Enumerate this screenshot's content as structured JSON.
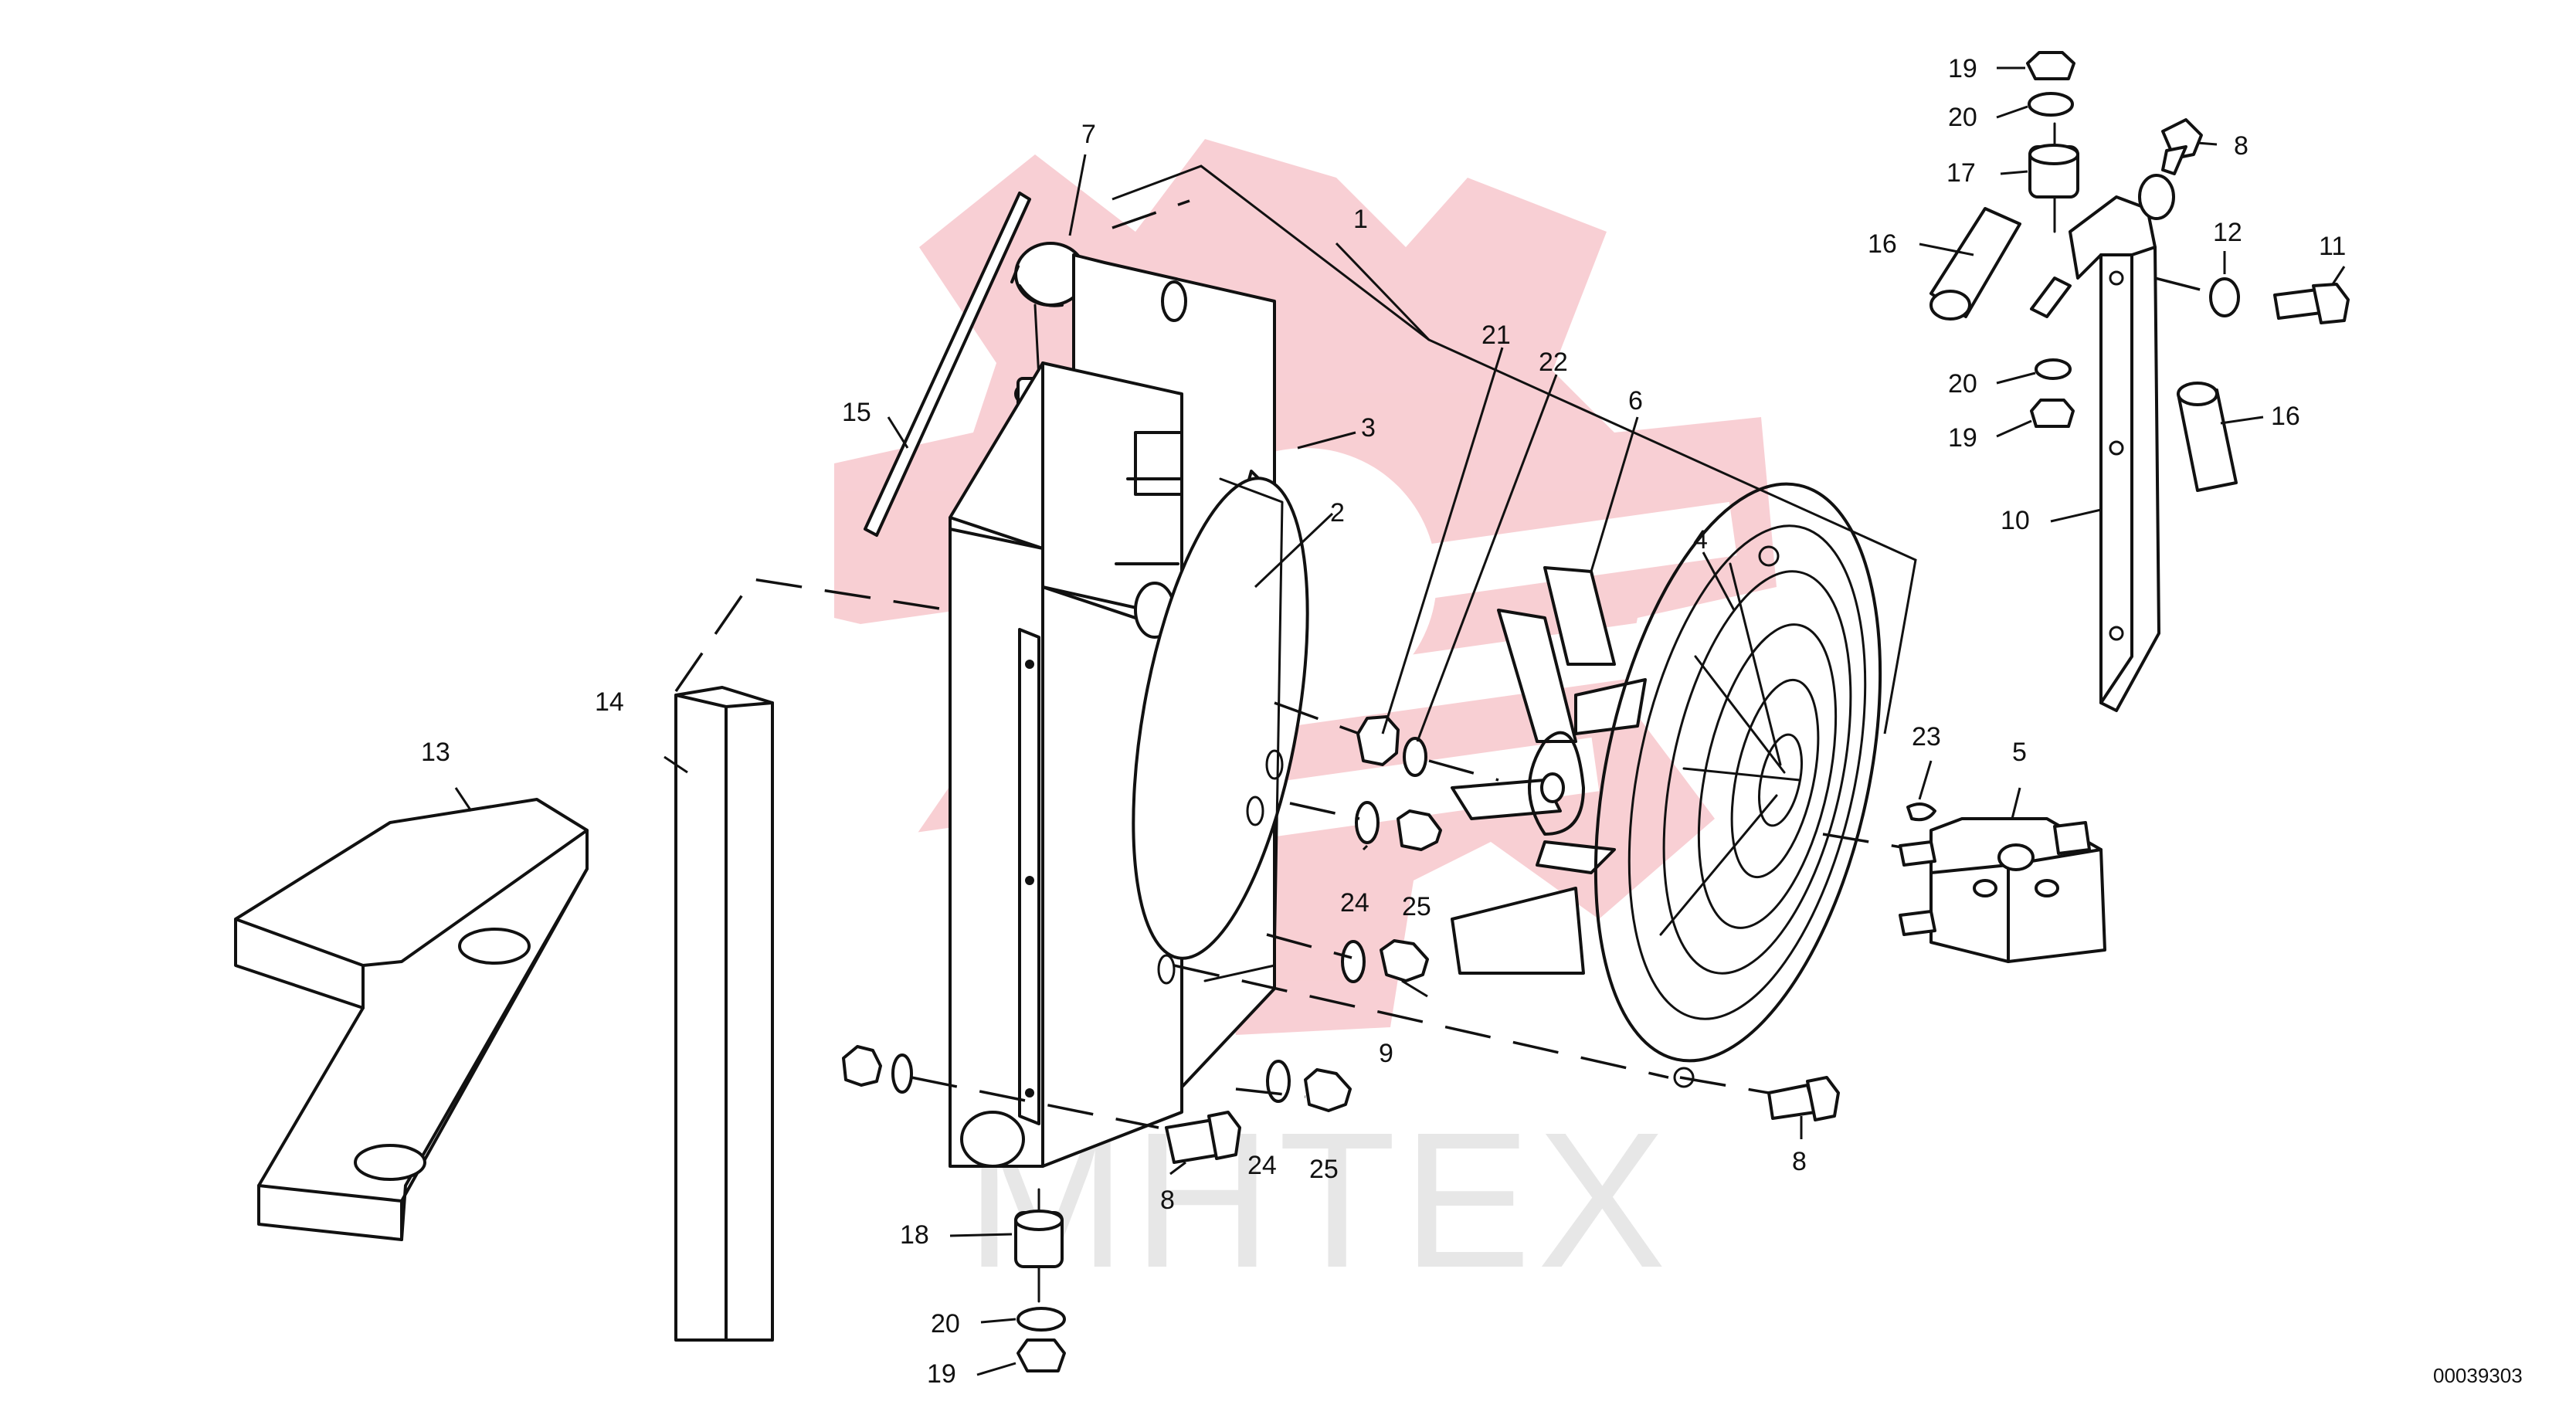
{
  "drawing_code": "00039303",
  "watermark": {
    "text": "MHTEX",
    "logo_color": "#f7c7cc",
    "text_color": "#e6e6e6"
  },
  "callouts": [
    {
      "id": "c1",
      "text": "1",
      "part": "radiator-assembly"
    },
    {
      "id": "c2",
      "text": "2",
      "part": "core"
    },
    {
      "id": "c3",
      "text": "3",
      "part": "shroud"
    },
    {
      "id": "c4",
      "text": "4",
      "part": "fan-guard"
    },
    {
      "id": "c5",
      "text": "5",
      "part": "hydraulic-motor"
    },
    {
      "id": "c6",
      "text": "6",
      "part": "fan"
    },
    {
      "id": "c7",
      "text": "7",
      "part": "cap"
    },
    {
      "id": "c8a",
      "text": "8",
      "part": "bolt"
    },
    {
      "id": "c8b",
      "text": "8",
      "part": "bolt"
    },
    {
      "id": "c8c",
      "text": "8",
      "part": "bolt"
    },
    {
      "id": "c9",
      "text": "9",
      "part": "fitting"
    },
    {
      "id": "c10",
      "text": "10",
      "part": "bracket"
    },
    {
      "id": "c11",
      "text": "11",
      "part": "bolt"
    },
    {
      "id": "c12",
      "text": "12",
      "part": "washer"
    },
    {
      "id": "c13",
      "text": "13",
      "part": "plate"
    },
    {
      "id": "c14",
      "text": "14",
      "part": "foam-block"
    },
    {
      "id": "c15",
      "text": "15",
      "part": "seal-strip"
    },
    {
      "id": "c16a",
      "text": "16",
      "part": "sleeve"
    },
    {
      "id": "c16b",
      "text": "16",
      "part": "sleeve"
    },
    {
      "id": "c17",
      "text": "17",
      "part": "mount"
    },
    {
      "id": "c18",
      "text": "18",
      "part": "mount"
    },
    {
      "id": "c19a",
      "text": "19",
      "part": "nut"
    },
    {
      "id": "c19b",
      "text": "19",
      "part": "nut"
    },
    {
      "id": "c19c",
      "text": "19",
      "part": "nut"
    },
    {
      "id": "c20a",
      "text": "20",
      "part": "washer"
    },
    {
      "id": "c20b",
      "text": "20",
      "part": "washer"
    },
    {
      "id": "c20c",
      "text": "20",
      "part": "washer"
    },
    {
      "id": "c21",
      "text": "21",
      "part": "nut"
    },
    {
      "id": "c22",
      "text": "22",
      "part": "washer"
    },
    {
      "id": "c23",
      "text": "23",
      "part": "key"
    },
    {
      "id": "c24a",
      "text": "24",
      "part": "washer"
    },
    {
      "id": "c24b",
      "text": "24",
      "part": "washer"
    },
    {
      "id": "c25a",
      "text": "25",
      "part": "fitting"
    },
    {
      "id": "c25b",
      "text": "25",
      "part": "fitting"
    }
  ]
}
